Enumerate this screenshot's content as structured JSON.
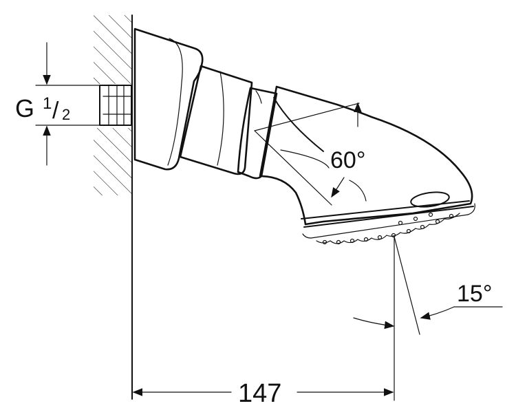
{
  "thread": {
    "prefix": "G",
    "numerator": "1",
    "slash": "/",
    "denominator": "2"
  },
  "spray_angle_label": "60°",
  "tilt_angle_label": "15°",
  "projection_label": "147",
  "colors": {
    "line": "#111111",
    "background": "#ffffff"
  }
}
